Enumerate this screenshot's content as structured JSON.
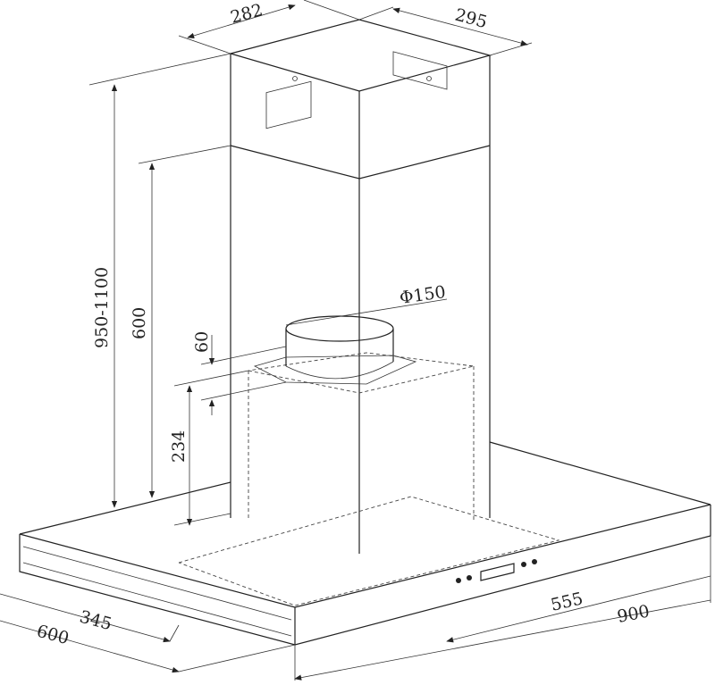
{
  "title": "Chimney cooker hood dimension drawing",
  "dimensions": {
    "chimney_depth": "282",
    "chimney_width": "295",
    "total_height": "950-1100",
    "chimney_lower_height": "600",
    "duct_collar_height": "60",
    "body_height": "234",
    "duct_diameter": "Φ150",
    "body_depth": "345",
    "hood_depth": "600",
    "body_width": "555",
    "hood_width": "900"
  },
  "colors": {
    "line": "#222222",
    "background": "#ffffff"
  }
}
